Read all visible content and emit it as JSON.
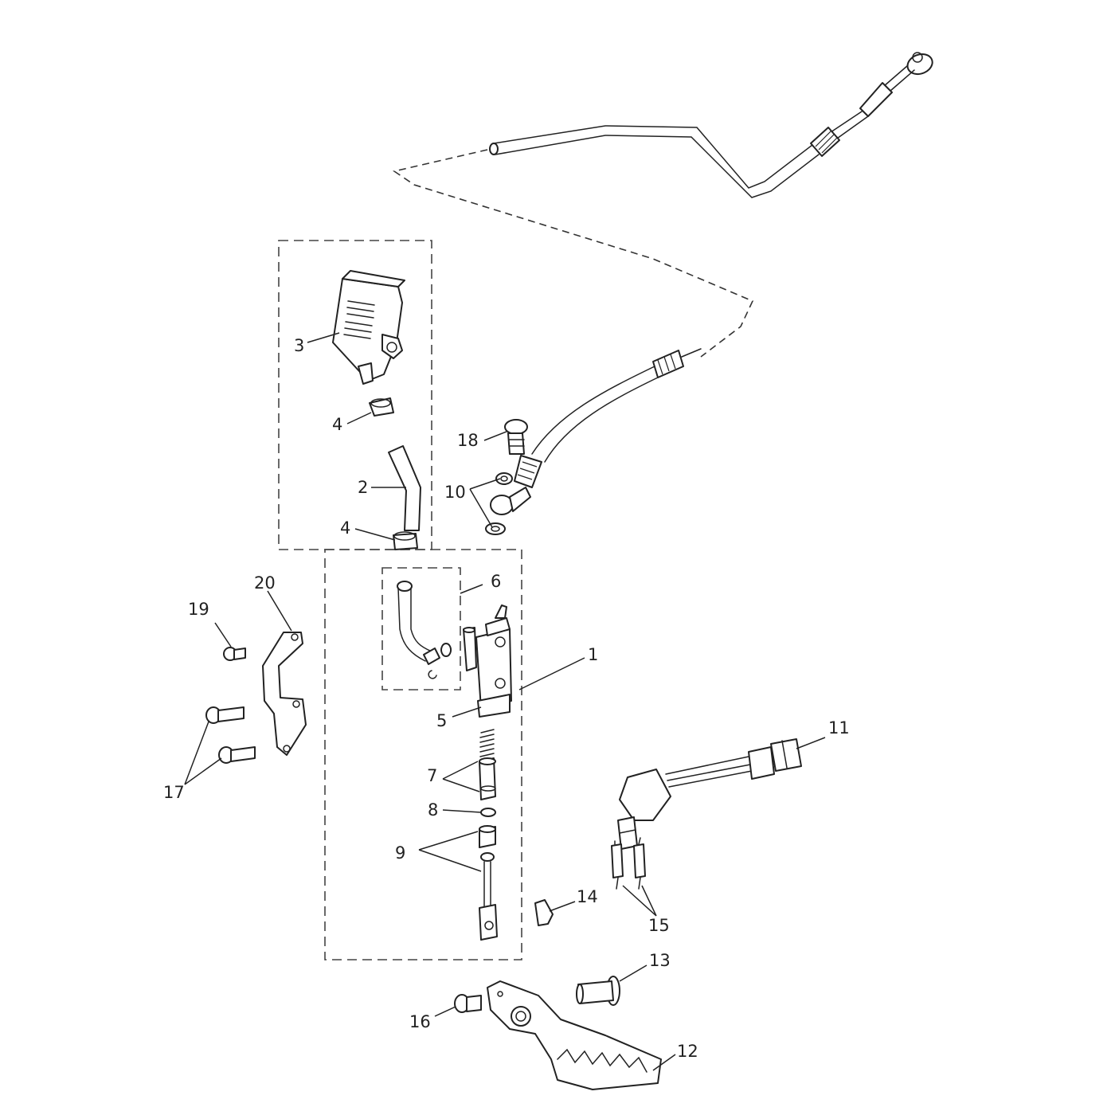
{
  "labels": [
    {
      "id": "1",
      "text": "1"
    },
    {
      "id": "2",
      "text": "2"
    },
    {
      "id": "3",
      "text": "3"
    },
    {
      "id": "4a",
      "text": "4"
    },
    {
      "id": "4b",
      "text": "4"
    },
    {
      "id": "5",
      "text": "5"
    },
    {
      "id": "6",
      "text": "6"
    },
    {
      "id": "7",
      "text": "7"
    },
    {
      "id": "8",
      "text": "8"
    },
    {
      "id": "9",
      "text": "9"
    },
    {
      "id": "10",
      "text": "10"
    },
    {
      "id": "11",
      "text": "11"
    },
    {
      "id": "12",
      "text": "12"
    },
    {
      "id": "13",
      "text": "13"
    },
    {
      "id": "14",
      "text": "14"
    },
    {
      "id": "15",
      "text": "15"
    },
    {
      "id": "16",
      "text": "16"
    },
    {
      "id": "17",
      "text": "17"
    },
    {
      "id": "18",
      "text": "18"
    },
    {
      "id": "19",
      "text": "19"
    },
    {
      "id": "20",
      "text": "20"
    }
  ]
}
